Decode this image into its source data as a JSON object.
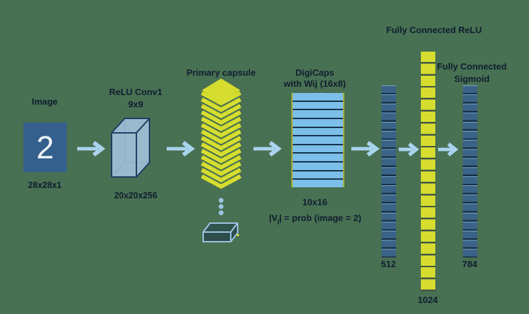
{
  "input": {
    "label": "Image",
    "digit": "2",
    "dims": "28x28x1"
  },
  "conv1": {
    "line1": "ReLU Conv1",
    "line2": "9x9",
    "dims": "20x20x256"
  },
  "primary": {
    "title": "Primary capsule"
  },
  "digicaps": {
    "line1": "DigiCaps",
    "line2": "with Wij (16x8)",
    "dims": "10x16",
    "formula_pre": "|V",
    "formula_sub": "j",
    "formula_post": "| = prob (image = 2)"
  },
  "fc": {
    "relu_title": "Fully Connected ReLU",
    "sigmoid_line1": "Fully Connected",
    "sigmoid_line2": "Sigmoid",
    "n512": "512",
    "n1024": "1024",
    "n784": "784"
  },
  "colors": {
    "background": "#487052",
    "text_navy": "#0f1e30",
    "input_square": "#35608d",
    "cuboid_fill": "#a9cbe6",
    "edge_navy": "#1d3f63",
    "capsule_yellow": "#d6dd2e",
    "bar_blue": "#7cbfe8",
    "column_steel_blue": "#3a6387",
    "arrow_blue": "#a9d4ee"
  }
}
